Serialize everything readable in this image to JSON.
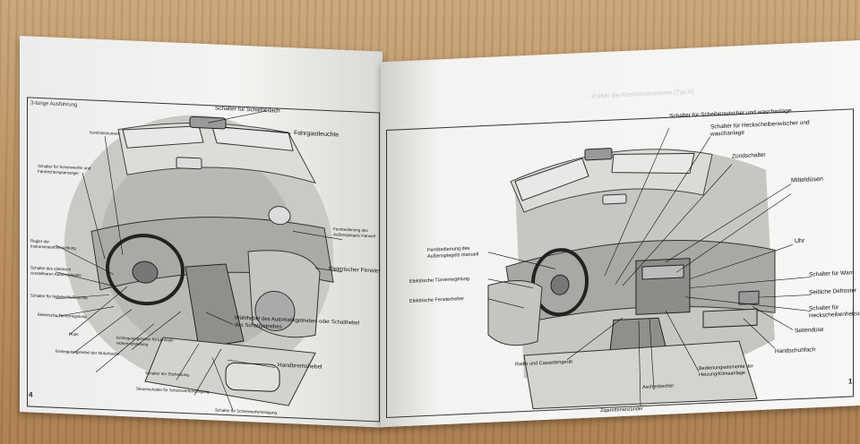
{
  "left_page": {
    "figure_title": "3-türige Ausführung",
    "page_number": "4",
    "labels": {
      "schiebedach": "Schalter für Schiebedach",
      "fahrgastleuchte": "Fahrgastleuchte",
      "kombiinstrument": "Kombiinstrument",
      "scheinwerfer": "Schalter für Scheinwerfer und Fahrtrichtungsanzeiger",
      "aussenspiegel": "Fernbedienung des Außenspiegels manuell",
      "fensterheber": "Elektrischer Fensterheber",
      "regler": "Regler der Instrumentenbeleuchtung",
      "el_aussenspiegel": "Schalter des elektrisch verstellbaren Außenspiegels",
      "nebelschluss": "Schalter für Nebelschlußleuchte",
      "tuerverriegelung": "Elektrische Türverriegelung",
      "hupe": "Hupe",
      "motorhaube": "Entriegelungshebel der Motorhaube",
      "lenkradverriegelung": "Entriegelungshebel für Lenkrad-Höhenverstellung",
      "sitzheizung": "Schalter der Sitzheizung",
      "scheinwerferreinigung_steuer": "Steuerschalter für Scheinwerferreinigung",
      "waehlhebel": "Wählhebel des Automatikgetriebes oder Schalthebel des Schaltgetriebes",
      "handbremse": "Handbremshebel",
      "scheinwerferreinigung": "Schalter für Scheinwerferreinigung"
    }
  },
  "right_page": {
    "ghost_text": "...d über die Kombiinstrumente (Typ A)",
    "page_number": "1",
    "labels": {
      "scheibenwischer": "Schalter für Scheibenwischer und waschanlage",
      "heckscheibenwischer": "Schalter für Heckscheibenwischer und waschanlage",
      "zuendschalter": "Zündschalter",
      "mitteldusen": "Mitteldüsen",
      "aussenspiegel": "Fernbedienung des Außenspiegels manuell",
      "tuerverriegelung": "Elektrische Türverriegelung",
      "fensterheber": "Elektrische Fensterheber",
      "uhr": "Uhr",
      "warnblink": "Schalter für Warn",
      "defroster": "Seitliche Defroster",
      "heckscheibenheizung": "Schalter für Heckscheibenheizun",
      "radio": "Radio und Cassettengerät",
      "seitenduese": "Seitendüse",
      "handschuhfach": "Handschuhfach",
      "heizung": "Bedienungselemente der Heizung/Klimaanlage",
      "aschenbecher": "Aschenbecher",
      "zigarette": "Zigarettenanzünder"
    }
  }
}
